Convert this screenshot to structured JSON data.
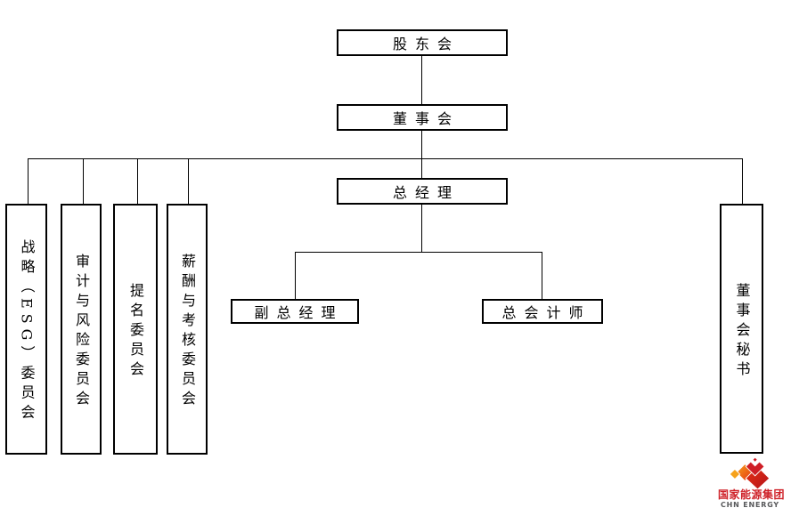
{
  "diagram": {
    "type": "org-chart",
    "nodes": {
      "shareholders": {
        "label": "股东会"
      },
      "board": {
        "label": "董事会"
      },
      "gm": {
        "label": "总经理"
      },
      "deputy_gm": {
        "label": "副总经理"
      },
      "chief_accountant": {
        "label": "总会计师"
      },
      "strategy_esg_committee": {
        "label": "战略（ESG）委员会"
      },
      "audit_risk_committee": {
        "label": "审计与风险委员会"
      },
      "nomination_committee": {
        "label": "提名委员会"
      },
      "remuneration_assessment_committee": {
        "label": "薪酬与考核委员会"
      },
      "board_secretary": {
        "label": "董事会秘书"
      }
    },
    "edges": [
      [
        "shareholders",
        "board"
      ],
      [
        "board",
        "gm"
      ],
      [
        "board",
        "strategy_esg_committee"
      ],
      [
        "board",
        "audit_risk_committee"
      ],
      [
        "board",
        "nomination_committee"
      ],
      [
        "board",
        "remuneration_assessment_committee"
      ],
      [
        "board",
        "board_secretary"
      ],
      [
        "gm",
        "deputy_gm"
      ],
      [
        "gm",
        "chief_accountant"
      ]
    ],
    "logo": {
      "name_cn": "国家能源集团",
      "name_en": "CHN ENERGY",
      "brand_red": "#c0161c",
      "brand_orange": "#f6a21c",
      "text_red": "#cf2229",
      "text_gray": "#58595b"
    }
  }
}
